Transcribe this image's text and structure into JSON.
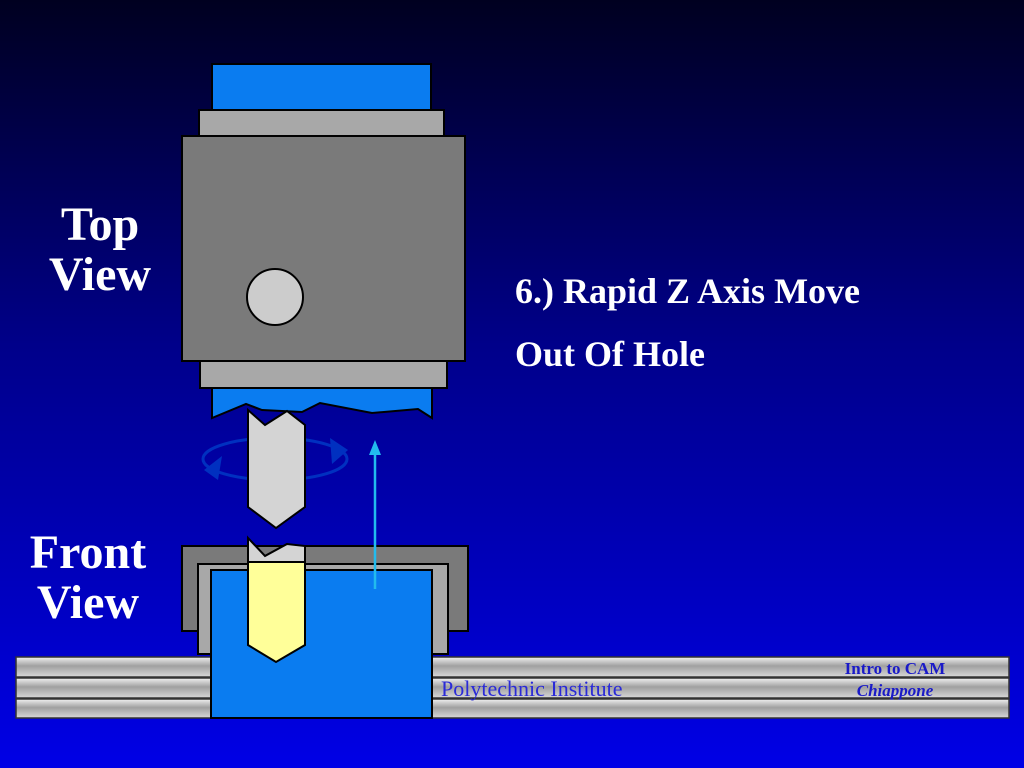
{
  "labels": {
    "top_view": [
      "Top",
      "View"
    ],
    "front_view": [
      "Front",
      "View"
    ]
  },
  "step": {
    "line1": "6.) Rapid Z Axis Move",
    "line2": "Out Of Hole"
  },
  "footer": {
    "institute": "Polytechnic Institute",
    "course": "Intro to CAM",
    "author": "Chiappone"
  },
  "icons": {
    "rotation": "rotation-arrow-icon",
    "retract": "up-arrow-icon"
  },
  "colors": {
    "spindle_blue": "#0a7cf0",
    "housing_gray": "#7a7a7a",
    "collar_gray": "#a8a8a8",
    "tool_gray": "#d4d4d4",
    "tool_tip_yellow": "#ffff99",
    "arrow_cyan": "#22bbee",
    "rotation_blue": "#0030c0"
  }
}
